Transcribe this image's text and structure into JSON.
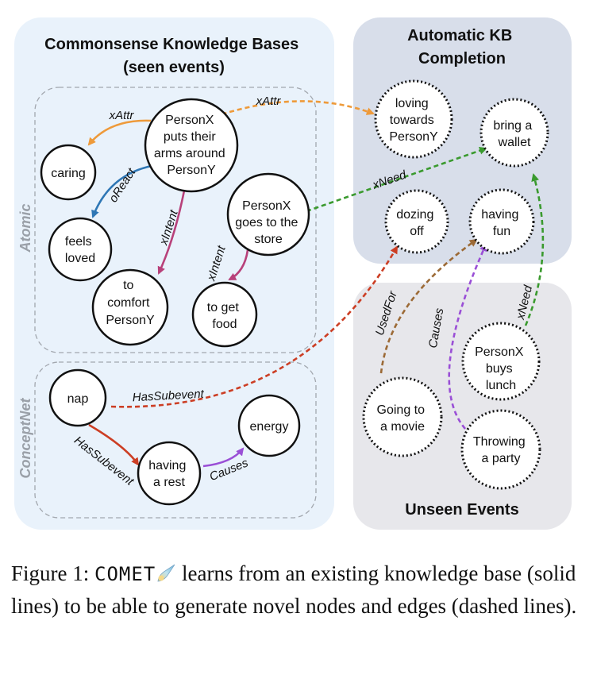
{
  "panels": {
    "kb_title": [
      "Commonsense Knowledge Bases",
      "(seen events)"
    ],
    "completion_title": [
      "Automatic KB",
      "Completion"
    ],
    "unseen_title": "Unseen Events",
    "atomic_label": "Atomic",
    "conceptnet_label": "ConceptNet"
  },
  "nodes": {
    "puts_arms": [
      "PersonX",
      "puts their",
      "arms around",
      "PersonY"
    ],
    "caring": [
      "caring"
    ],
    "feels_loved": [
      "feels",
      "loved"
    ],
    "to_comfort": [
      "to",
      "comfort",
      "PersonY"
    ],
    "goes_store": [
      "PersonX",
      "goes to the",
      "store"
    ],
    "get_food": [
      "to get",
      "food"
    ],
    "nap": [
      "nap"
    ],
    "having_rest": [
      "having",
      "a rest"
    ],
    "energy": [
      "energy"
    ],
    "loving_towards": [
      "loving",
      "towards",
      "PersonY"
    ],
    "bring_wallet": [
      "bring a",
      "wallet"
    ],
    "dozing_off": [
      "dozing",
      "off"
    ],
    "having_fun": [
      "having",
      "fun"
    ],
    "buys_lunch": [
      "PersonX",
      "buys",
      "lunch"
    ],
    "going_movie": [
      "Going to",
      "a movie"
    ],
    "throwing_party": [
      "Throwing",
      "a party"
    ]
  },
  "edges": {
    "xattr_caring": "xAttr",
    "xattr_loving": "xAttr",
    "oreact": "oReact",
    "xintent_comfort": "xIntent",
    "xintent_food": "xIntent",
    "xneed_wallet": "xNeed",
    "hassubevent_rest": "HasSubevent",
    "hassubevent_dozing": "HasSubevent",
    "causes_energy": "Causes",
    "usedfor": "UsedFor",
    "causes_fun": "Causes",
    "xneed_lunch": "xNeed"
  },
  "colors": {
    "orange": "#ee9a3a",
    "blue": "#2f77b5",
    "magenta": "#b8417a",
    "green": "#3a9a2e",
    "red": "#cc3e24",
    "purple": "#9a4fd6",
    "brown": "#9c6a36"
  },
  "caption": {
    "prefix": "Figure 1:",
    "model": "COMET",
    "icon": "comet-icon",
    "text": "learns from an existing knowledge base (solid lines) to be able to generate novel nodes and edges (dashed lines)."
  }
}
